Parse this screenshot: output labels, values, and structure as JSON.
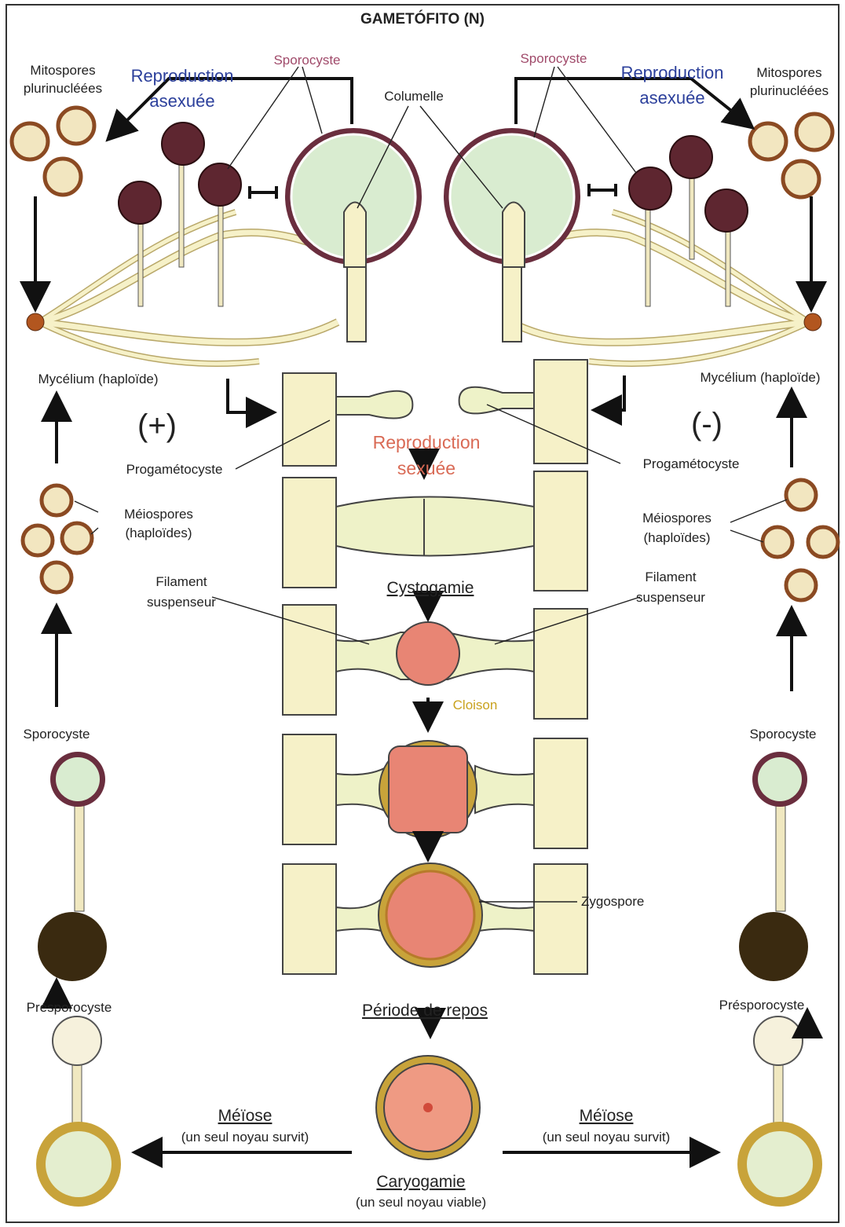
{
  "title": "GAMETÓFITO (N)",
  "labels": {
    "sporocyste_top_left": "Sporocyste",
    "sporocyste_top_right": "Sporocyste",
    "reproduction_asexuee_l1": "Reproduction",
    "reproduction_asexuee_l2": "asexuée",
    "mitospores_l1": "Mitospores",
    "mitospores_l2": "plurinucléées",
    "columelle": "Columelle",
    "mycelium": "Mycélium (haploïde)",
    "plus_sign": "(+)",
    "minus_sign": "(-)",
    "progametocyste": "Progamétocyste",
    "reproduction_sexuee_l1": "Reproduction",
    "reproduction_sexuee_l2": "sexuée",
    "meiospores_l1": "Méiospores",
    "meiospores_l2": "(haploïdes)",
    "cystogamie": "Cystogamie",
    "filament_l1": "Filament",
    "filament_l2": "suspenseur",
    "cloison": "Cloison",
    "sporocyste_side": "Sporocyste",
    "zygospore": "Zygospore",
    "presporocyste": "Présporocyste",
    "periode_repos": "Période de repos",
    "meiose": "Méïose",
    "meiose_sub": "(un seul noyau survit)",
    "caryogamie": "Caryogamie",
    "caryogamie_sub": "(un seul noyau viable)"
  },
  "colors": {
    "hyphae": "#f6f1c8",
    "sporangium_dark": "#5e2630",
    "spore_ring": "#8b4a22",
    "nucleus": "#2f8f8a",
    "zygote": "#e88574",
    "zygospore_wall": "#c8a33a",
    "blue_text": "#2b3f9b"
  }
}
